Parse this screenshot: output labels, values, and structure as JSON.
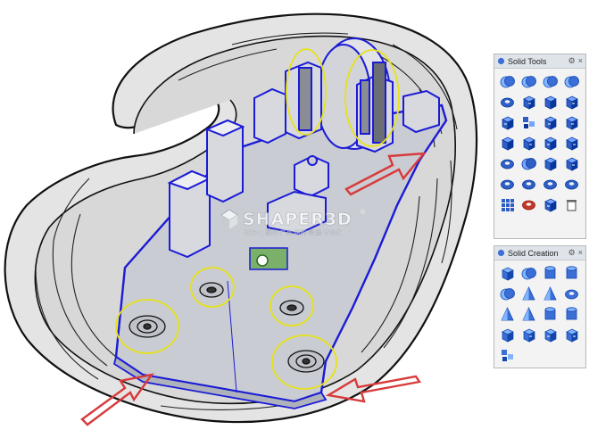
{
  "viewport": {
    "watermark": {
      "logo": "SHAPER3D",
      "registered": "®",
      "tagline": "Rhino | 模型·产品·结构·数据·专业化"
    }
  },
  "panels": {
    "solid_tools": {
      "title": "Solid Tools",
      "gear_symbol": "⚙",
      "close_symbol": "×",
      "tools": [
        {
          "name": "tool-boolean-union",
          "icon": "boolean-union-icon",
          "color": "#3b6fd6"
        },
        {
          "name": "tool-boolean-difference",
          "icon": "boolean-difference-icon",
          "color": "#3b6fd6"
        },
        {
          "name": "tool-boolean-intersection",
          "icon": "boolean-intersection-icon",
          "color": "#3b6fd6"
        },
        {
          "name": "tool-boolean-split",
          "icon": "boolean-split-icon",
          "color": "#3b6fd6"
        },
        {
          "name": "tool-cap-holes",
          "icon": "cap-holes-icon",
          "color": "#2f5fc4"
        },
        {
          "name": "tool-extract-surface",
          "icon": "extract-surface-icon",
          "color": "#2f5fc4"
        },
        {
          "name": "tool-fillet-edge",
          "icon": "fillet-edge-icon",
          "color": "#2f5fc4"
        },
        {
          "name": "tool-chamfer-edge",
          "icon": "chamfer-edge-icon",
          "color": "#2f5fc4"
        },
        {
          "name": "tool-shell",
          "icon": "shell-icon",
          "color": "#2f5fc4"
        },
        {
          "name": "tool-explode",
          "icon": "explode-icon",
          "color": "#2f5fc4"
        },
        {
          "name": "tool-offset-solid",
          "icon": "offset-solid-icon",
          "color": "#2f5fc4"
        },
        {
          "name": "tool-wire-cut",
          "icon": "wire-cut-icon",
          "color": "#2f5fc4"
        },
        {
          "name": "tool-move-face",
          "icon": "move-face-icon",
          "color": "#2f5fc4"
        },
        {
          "name": "tool-move-edge",
          "icon": "move-edge-icon",
          "color": "#2f5fc4"
        },
        {
          "name": "tool-extrude-face",
          "icon": "extrude-face-icon",
          "color": "#2f5fc4"
        },
        {
          "name": "tool-stretch-solid",
          "icon": "stretch-solid-icon",
          "color": "#2f5fc4"
        },
        {
          "name": "tool-move-hole",
          "icon": "move-hole-icon",
          "color": "#2f5fc4"
        },
        {
          "name": "tool-split-face",
          "icon": "split-face-icon",
          "color": "#2f5fc4"
        },
        {
          "name": "tool-fold-face",
          "icon": "fold-face-icon",
          "color": "#2f5fc4"
        },
        {
          "name": "tool-merge-faces",
          "icon": "merge-faces-icon",
          "color": "#2f5fc4"
        },
        {
          "name": "tool-make-hole",
          "icon": "make-hole-icon",
          "color": "#2f5fc4"
        },
        {
          "name": "tool-place-hole",
          "icon": "place-hole-icon",
          "color": "#2f5fc4"
        },
        {
          "name": "tool-rotate-hole",
          "icon": "rotate-hole-icon",
          "color": "#2f5fc4"
        },
        {
          "name": "tool-array-hole",
          "icon": "array-hole-icon",
          "color": "#2f5fc4"
        },
        {
          "name": "tool-array-grid",
          "icon": "array-grid-icon",
          "color": "#2f5fc4"
        },
        {
          "name": "tool-delete-hole",
          "icon": "delete-hole-icon",
          "color": "#c0392b"
        },
        {
          "name": "tool-edge-tools",
          "icon": "edge-tools-icon",
          "color": "#2f5fc4"
        },
        {
          "name": "tool-cleanup",
          "icon": "trash-icon",
          "color": "#555555"
        }
      ]
    },
    "solid_creation": {
      "title": "Solid Creation",
      "gear_symbol": "⚙",
      "close_symbol": "×",
      "tools": [
        {
          "name": "tool-box",
          "icon": "box-icon",
          "color": "#3b6fd6"
        },
        {
          "name": "tool-sphere",
          "icon": "sphere-icon",
          "color": "#3b6fd6"
        },
        {
          "name": "tool-cylinder",
          "icon": "cylinder-icon",
          "color": "#3b6fd6"
        },
        {
          "name": "tool-tube",
          "icon": "tube-icon",
          "color": "#3b6fd6"
        },
        {
          "name": "tool-ellipsoid",
          "icon": "ellipsoid-icon",
          "color": "#3b6fd6"
        },
        {
          "name": "tool-cone",
          "icon": "cone-icon",
          "color": "#3b6fd6"
        },
        {
          "name": "tool-truncated-cone",
          "icon": "truncated-cone-icon",
          "color": "#3b6fd6"
        },
        {
          "name": "tool-torus",
          "icon": "torus-icon",
          "color": "#3b6fd6"
        },
        {
          "name": "tool-pyramid",
          "icon": "pyramid-icon",
          "color": "#3b6fd6"
        },
        {
          "name": "tool-truncated-pyramid",
          "icon": "truncated-pyramid-icon",
          "color": "#3b6fd6"
        },
        {
          "name": "tool-paraboloid",
          "icon": "paraboloid-icon",
          "color": "#3b6fd6"
        },
        {
          "name": "tool-pipe",
          "icon": "pipe-icon",
          "color": "#3b6fd6"
        },
        {
          "name": "tool-extrude-curve",
          "icon": "extrude-curve-icon",
          "color": "#3b6fd6"
        },
        {
          "name": "tool-extrude-surface",
          "icon": "extrude-surface-icon",
          "color": "#3b6fd6"
        },
        {
          "name": "tool-slab",
          "icon": "slab-icon",
          "color": "#3b6fd6"
        },
        {
          "name": "tool-solid-options",
          "icon": "solid-options-icon",
          "color": "#3b6fd6"
        },
        {
          "name": "tool-group",
          "icon": "group-icon",
          "color": "#3b6fd6"
        }
      ]
    }
  },
  "colors": {
    "board": "#c9ccd2",
    "board_edge": "#1b1bd6",
    "shell_fill": "#dedede",
    "highlight_ellipse": "#e6e21a",
    "arrow": "#d83a3a",
    "panel_header": "#dfe4ea"
  }
}
